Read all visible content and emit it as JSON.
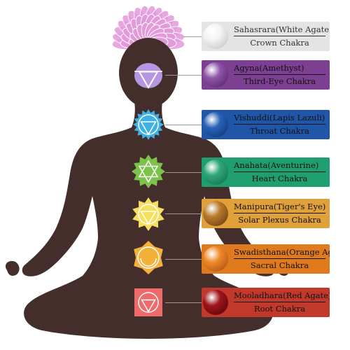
{
  "chakras": [
    {
      "key": "sahasrara",
      "name": "Sahasrara(White Agate)",
      "chakra": "Crown Chakra",
      "box_color": "#e4e4e4",
      "text_color": "#333333",
      "gem_color": "#f4f4f4",
      "gem_shade": "#bdbdbd",
      "symbol_color": "#e39adb",
      "symbol": "lotus-icon"
    },
    {
      "key": "agyna",
      "name": "Agyna(Amethyst)",
      "chakra": "Third-Eye Chakra",
      "box_color": "#7c3f91",
      "text_color": "#111111",
      "gem_color": "#8f55a9",
      "gem_shade": "#4b1f62",
      "symbol_color": "#b696e0",
      "symbol": "eye-triangle-icon"
    },
    {
      "key": "vishuddi",
      "name": "Vishuddi(Lapis Lazuli)",
      "chakra": "Throat Chakra",
      "box_color": "#1f56a8",
      "text_color": "#111111",
      "gem_color": "#2a63b8",
      "gem_shade": "#0e2e6e",
      "symbol_color": "#3eb2e5",
      "symbol": "throat-symbol-icon"
    },
    {
      "key": "anahata",
      "name": "Anahata(Aventurine)",
      "chakra": "Heart Chakra",
      "box_color": "#1f9e6f",
      "text_color": "#111111",
      "gem_color": "#2ea77a",
      "gem_shade": "#0f6a47",
      "symbol_color": "#7cc24b",
      "symbol": "hexagram-icon"
    },
    {
      "key": "manipura",
      "name": "Manipura(Tiger's Eye)",
      "chakra": "Solar Plexus Chakra",
      "box_color": "#e0a03a",
      "text_color": "#111111",
      "gem_color": "#b97b2a",
      "gem_shade": "#5e3512",
      "symbol_color": "#f6df5f",
      "symbol": "solar-triangle-icon"
    },
    {
      "key": "swadisthana",
      "name": "Swadisthana(Orange Agate)",
      "chakra": "Sacral Chakra",
      "box_color": "#e07a1f",
      "text_color": "#111111",
      "gem_color": "#ef8a2a",
      "gem_shade": "#a34808",
      "symbol_color": "#f4b13a",
      "symbol": "crescent-icon"
    },
    {
      "key": "mooladhara",
      "name": "Mooladhara(Red Agate)",
      "chakra": "Root Chakra",
      "box_color": "#c0392b",
      "text_color": "#111111",
      "gem_color": "#a0141a",
      "gem_shade": "#4d0508",
      "symbol_color": "#ee6b6b",
      "symbol": "root-square-icon"
    }
  ],
  "colors": {
    "silhouette": "#432e2b",
    "connector": "#9a9a9a"
  }
}
